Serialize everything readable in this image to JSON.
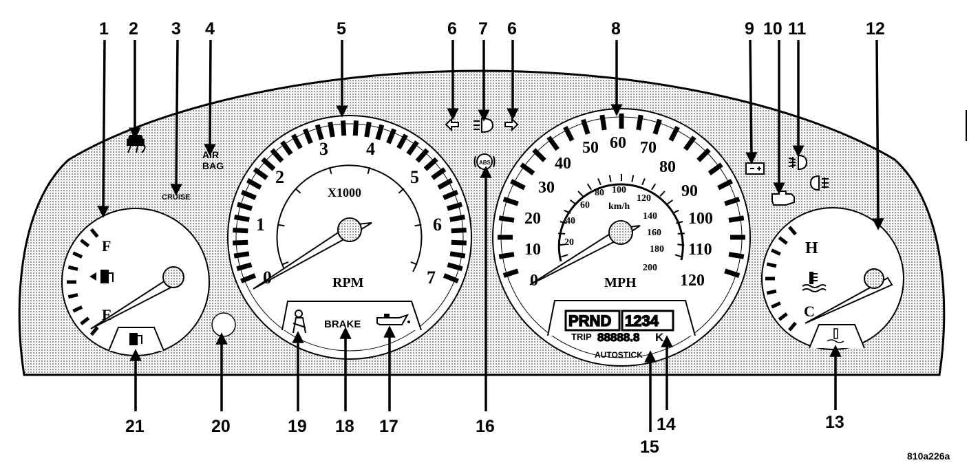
{
  "callouts": [
    "1",
    "2",
    "3",
    "4",
    "5",
    "6",
    "7",
    "6",
    "8",
    "9",
    "10",
    "11",
    "12",
    "13",
    "14",
    "15",
    "16",
    "17",
    "18",
    "19",
    "20",
    "21"
  ],
  "fuel_gauge": {
    "full": "F",
    "empty": "E"
  },
  "tachometer": {
    "scale": [
      "0",
      "1",
      "2",
      "3",
      "4",
      "5",
      "6",
      "7"
    ],
    "multiplier": "X1000",
    "unit": "RPM"
  },
  "speedometer": {
    "mph_scale": [
      "0",
      "10",
      "20",
      "30",
      "40",
      "50",
      "60",
      "70",
      "80",
      "90",
      "100",
      "110",
      "120"
    ],
    "kmh_scale": [
      "20",
      "40",
      "60",
      "80",
      "100",
      "120",
      "140",
      "160",
      "180",
      "200"
    ],
    "kmh_unit": "km/h",
    "mph_unit": "MPH"
  },
  "temp_gauge": {
    "hot": "H",
    "cold": "C"
  },
  "indicators": {
    "cruise": "CRUISE",
    "airbag_line1": "AIR",
    "airbag_line2": "BAG",
    "abs": "ABS",
    "brake": "BRAKE"
  },
  "odometer": {
    "gear_prnd": "PRND",
    "gear_1234": "1234",
    "trip_label": "TRIP",
    "trip_value": "88888.8",
    "trip_unit": "K",
    "autostick": "AUTOSTICK"
  },
  "doc_id": "810a226a"
}
